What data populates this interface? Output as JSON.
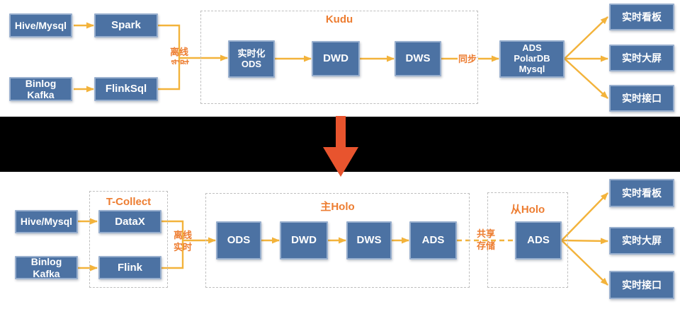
{
  "colors": {
    "node_blue": "#4C72A3",
    "node_border": "#98AFCE",
    "arrow_yellow": "#F3B33B",
    "label_orange": "#ED7D31",
    "red_arrow": "#E8542E",
    "dashed_gray": "#BFBFBF",
    "band_black": "#000000"
  },
  "top_flow": {
    "source_hive": "Hive/Mysql",
    "proc_spark": "Spark",
    "source_binlog": "Binlog\nKafka",
    "proc_flinksql": "FlinkSql",
    "merge_label": "离线",
    "merge_label_clipped": "实时",
    "group_title": "Kudu",
    "node_ods": "实时化\nODS",
    "node_dwd": "DWD",
    "node_dws": "DWS",
    "sync_label": "同步",
    "node_ads": "ADS\nPolarDB\nMysql",
    "outputs": [
      "实时看板",
      "实时大屏",
      "实时接口"
    ]
  },
  "bottom_flow": {
    "source_hive": "Hive/Mysql",
    "source_binlog": "Binlog\nKafka",
    "collect_title": "T-Collect",
    "node_datax": "DataX",
    "node_flink": "Flink",
    "merge_label": "离线\n实时",
    "main_title": "主Holo",
    "stages": [
      "ODS",
      "DWD",
      "DWS",
      "ADS"
    ],
    "share_label": "共享\n存储",
    "replica_title": "从Holo",
    "node_ads": "ADS",
    "outputs": [
      "实时看板",
      "实时大屏",
      "实时接口"
    ]
  }
}
